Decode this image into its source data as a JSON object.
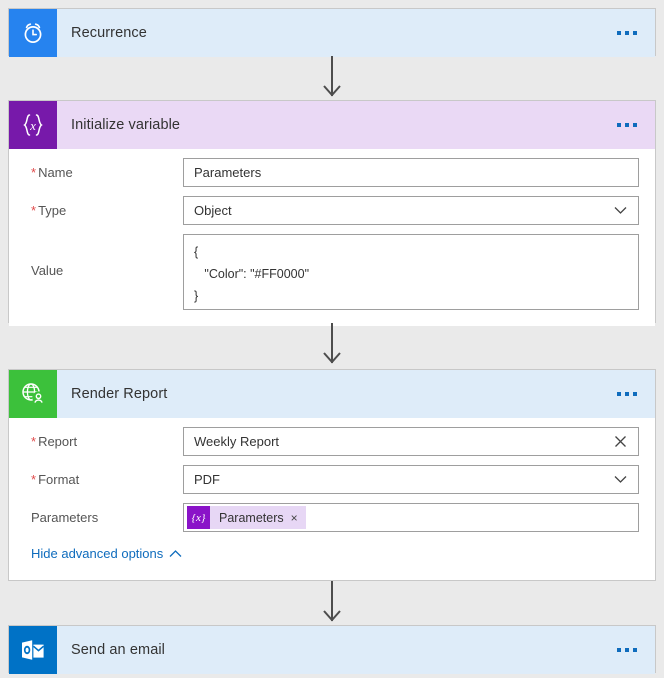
{
  "canvas": {
    "background": "#eaeaea",
    "accent_blue": "#0f6cbd",
    "header_blue": "#deecf9",
    "header_purple": "#ead9f5"
  },
  "steps": [
    {
      "id": "recurrence",
      "title": "Recurrence",
      "icon": "alarm-clock-icon",
      "icon_color": "#2683ef",
      "header_color": "#deecf9",
      "menu_label": "..."
    },
    {
      "id": "initialize-variable",
      "title": "Initialize variable",
      "icon": "variable-braces-icon",
      "icon_color": "#7719aa",
      "header_color": "#ead9f5",
      "menu_label": "...",
      "fields": [
        {
          "name": "name",
          "label": "Name",
          "required": true,
          "control": "text",
          "value": "Parameters",
          "placeholder": "Enter the variable name"
        },
        {
          "name": "type",
          "label": "Type",
          "required": true,
          "control": "dropdown",
          "value": "Object",
          "placeholder": "Select a type",
          "affix_icon": "chevron-down-icon"
        },
        {
          "name": "value",
          "label": "Value",
          "required": false,
          "control": "textarea",
          "value": "{\n   \"Color\": \"#FF0000\"\n}",
          "placeholder": "Enter initial value"
        }
      ]
    },
    {
      "id": "render-report",
      "title": "Render Report",
      "icon": "globe-person-icon",
      "icon_color": "#3cc13b",
      "header_color": "#deecf9",
      "menu_label": "...",
      "fields": [
        {
          "name": "report",
          "label": "Report",
          "required": true,
          "control": "text",
          "value": "Weekly Report",
          "placeholder": "Select a report",
          "affix_icon": "close-icon"
        },
        {
          "name": "format",
          "label": "Format",
          "required": true,
          "control": "dropdown",
          "value": "PDF",
          "placeholder": "Select a format",
          "affix_icon": "chevron-down-icon"
        },
        {
          "name": "parameters",
          "label": "Parameters",
          "required": false,
          "control": "token",
          "token": {
            "icon": "variable-braces-icon",
            "icon_glyph": "{x}",
            "text": "Parameters",
            "remove_label": "×",
            "icon_color": "#8a13c8",
            "body_color": "#e7d7f5"
          }
        }
      ],
      "advanced_link": {
        "label": "Hide advanced options",
        "icon": "chevron-up-icon"
      }
    },
    {
      "id": "send-an-email",
      "title": "Send an email",
      "icon": "outlook-icon",
      "icon_color": "#0072c6",
      "header_color": "#deecf9",
      "menu_label": "..."
    }
  ]
}
